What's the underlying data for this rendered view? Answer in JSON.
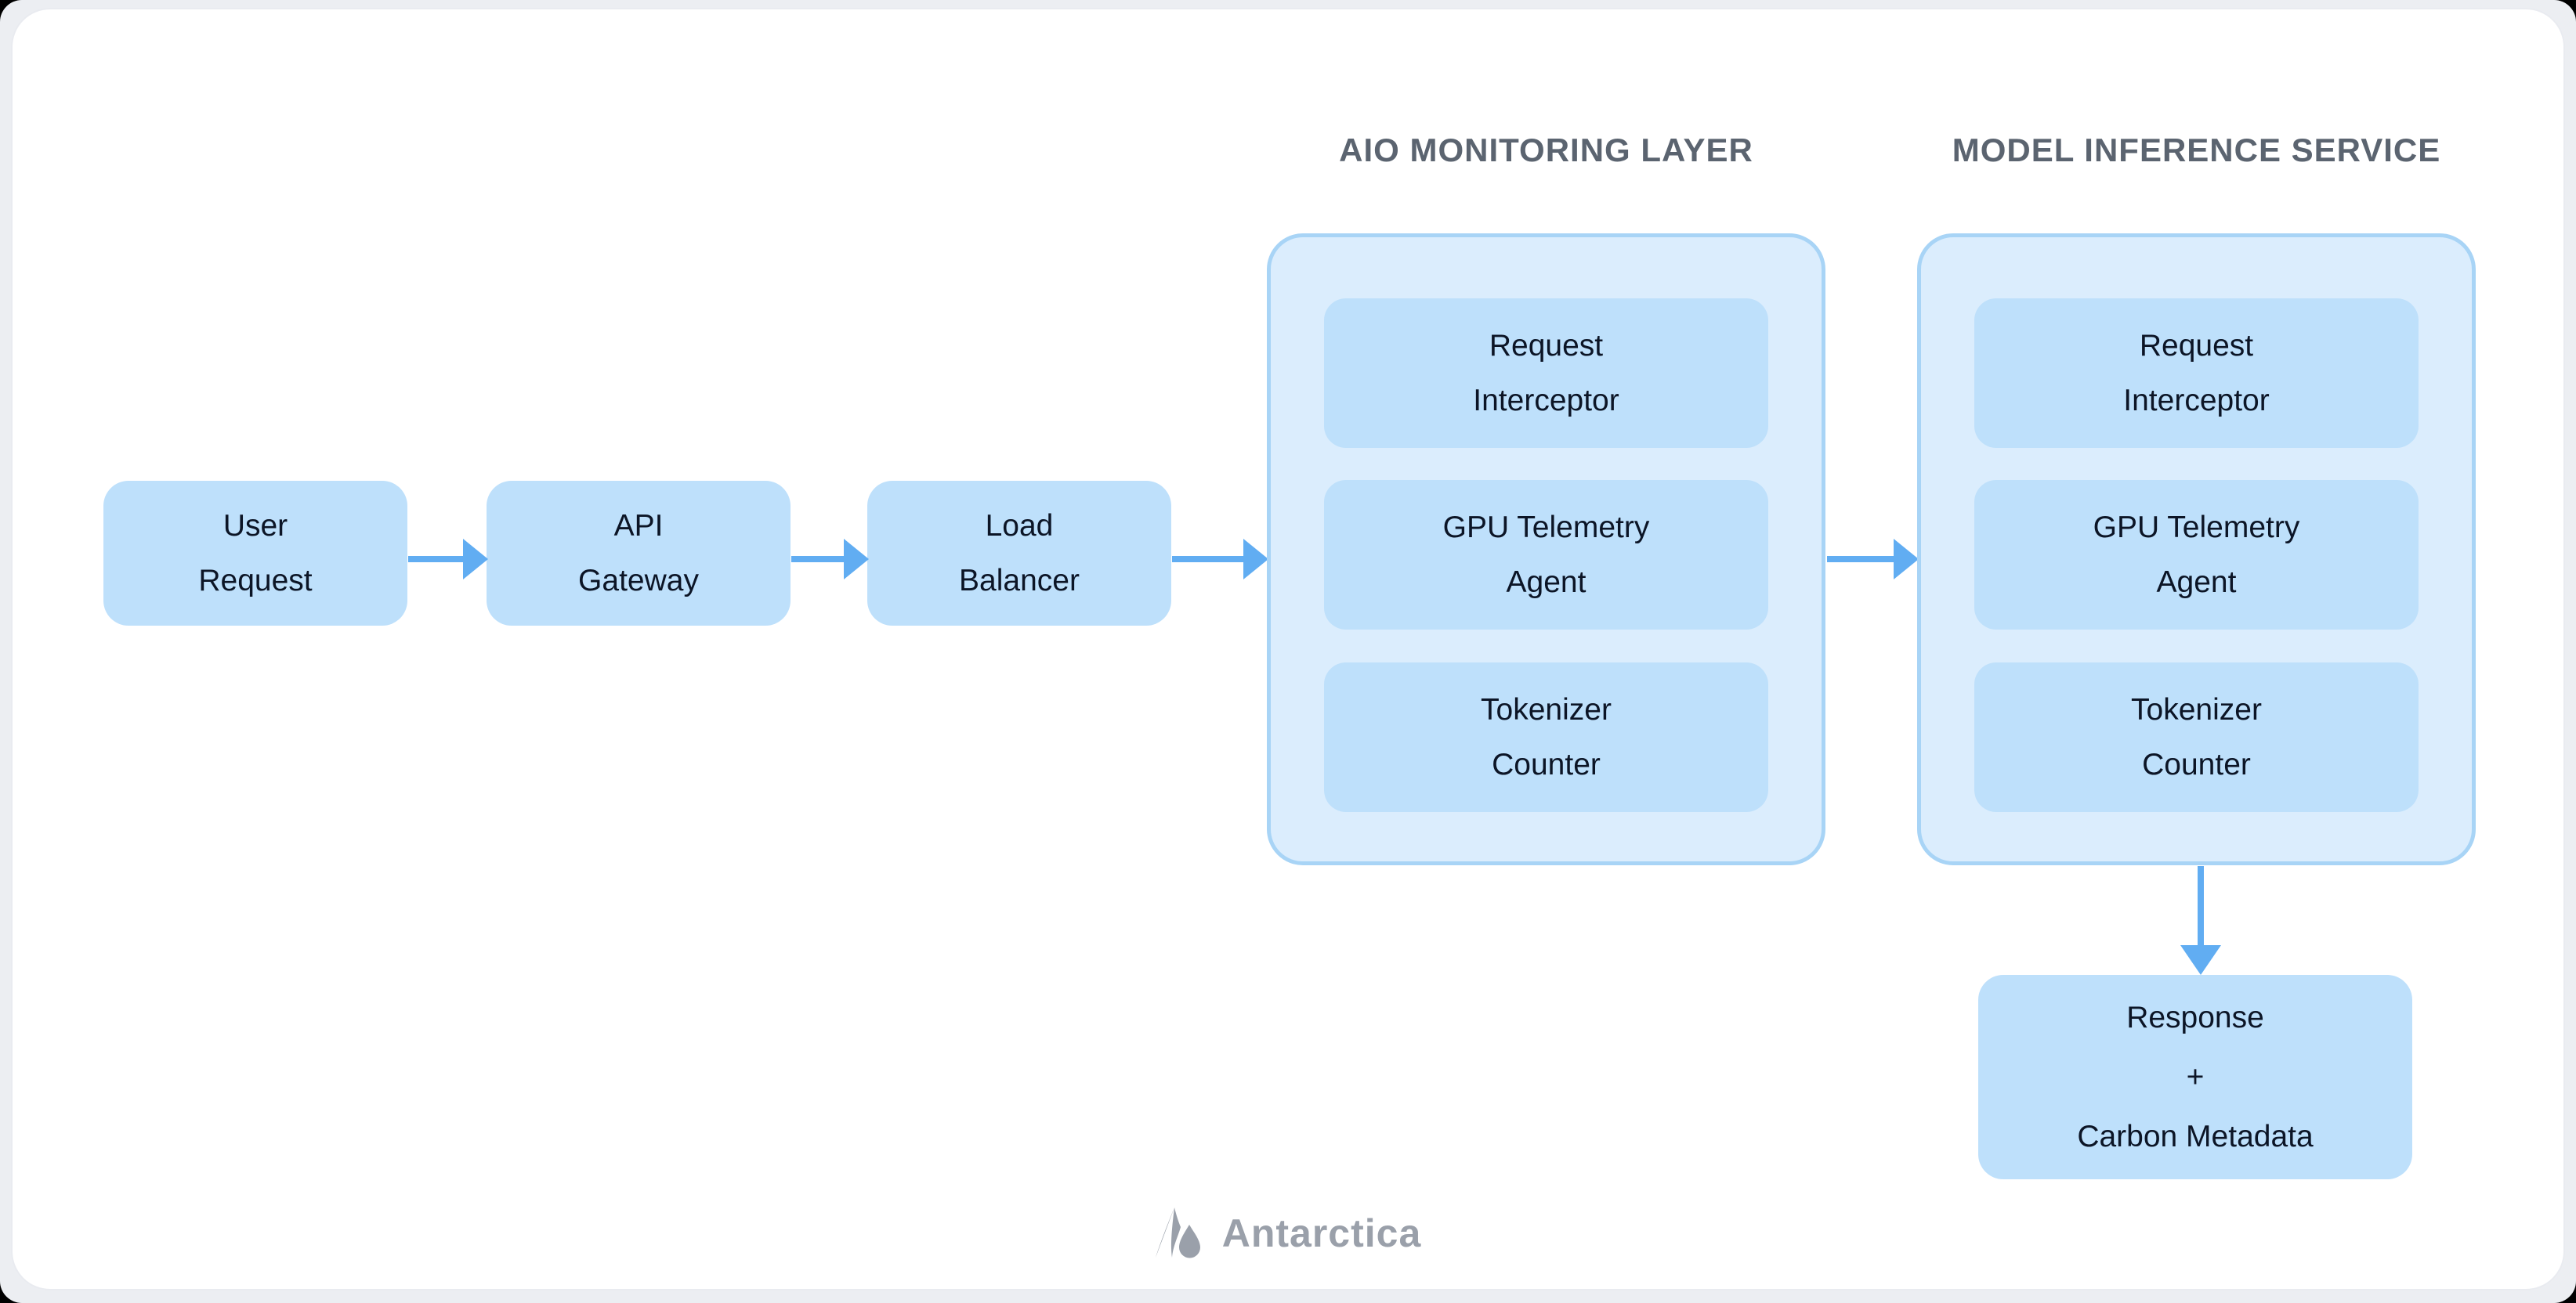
{
  "page": {
    "brand": "Antarctica"
  },
  "colors": {
    "background": "#eceef2",
    "corner_marks": "#000000",
    "card": "#ffffff",
    "node_fill": "#bee0fb",
    "group_fill": "#dbedfd",
    "group_border": "#a8d4f6",
    "arrow": "#61adf2",
    "node_text": "#0c1526",
    "header_text": "#5b6470",
    "brand_text": "#9aa0aa"
  },
  "flow": {
    "nodes": [
      {
        "line1": "User",
        "line2": "Request"
      },
      {
        "line1": "API",
        "line2": "Gateway"
      },
      {
        "line1": "Load",
        "line2": "Balancer"
      }
    ]
  },
  "groups": [
    {
      "title": "AIO MONITORING LAYER",
      "items": [
        {
          "line1": "Request",
          "line2": "Interceptor"
        },
        {
          "line1": "GPU Telemetry",
          "line2": "Agent"
        },
        {
          "line1": "Tokenizer",
          "line2": "Counter"
        }
      ]
    },
    {
      "title": "MODEL INFERENCE SERVICE",
      "items": [
        {
          "line1": "Request",
          "line2": "Interceptor"
        },
        {
          "line1": "GPU Telemetry",
          "line2": "Agent"
        },
        {
          "line1": "Tokenizer",
          "line2": "Counter"
        }
      ]
    }
  ],
  "output": {
    "line1": "Response",
    "line2": "+",
    "line3": "Carbon Metadata"
  }
}
